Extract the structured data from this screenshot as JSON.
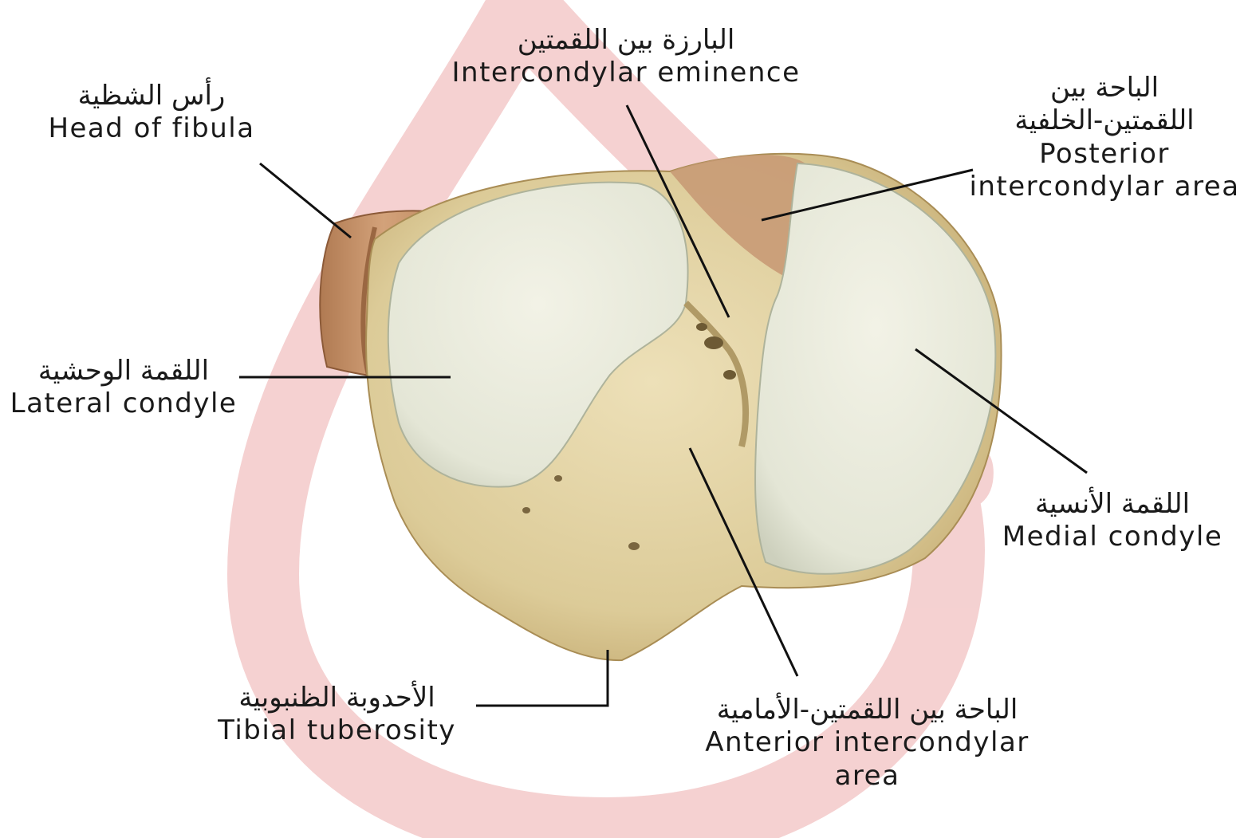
{
  "labels": {
    "intercondylar_eminence": {
      "ar": "البارزة بين اللقمتين",
      "en": "Intercondylar eminence"
    },
    "head_of_fibula": {
      "ar": "رأس الشظية",
      "en": "Head of fibula"
    },
    "posterior_intercondylar_area": {
      "ar_line1": "الباحة بين",
      "ar_line2": "اللقمتين-الخلفية",
      "en_line1": "Posterior",
      "en_line2": "intercondylar area"
    },
    "lateral_condyle": {
      "ar": "اللقمة الوحشية",
      "en": "Lateral condyle"
    },
    "medial_condyle": {
      "ar": "اللقمة الأنسية",
      "en": "Medial condyle"
    },
    "tibial_tuberosity": {
      "ar": "الأحدوبة الظنبوبية",
      "en": "Tibial tuberosity"
    },
    "anterior_intercondylar_area": {
      "ar": "الباحة بين اللقمتين-الأمامية",
      "en_line1": "Anterior intercondylar",
      "en_line2": "area"
    }
  },
  "colors": {
    "bone": "#e2d3a6",
    "bone_shadow": "#c9b27b",
    "cartilage": "#ececdf",
    "fibula": "#c38f66",
    "watermark": "#f3c9c9",
    "leader_line": "#111111"
  }
}
